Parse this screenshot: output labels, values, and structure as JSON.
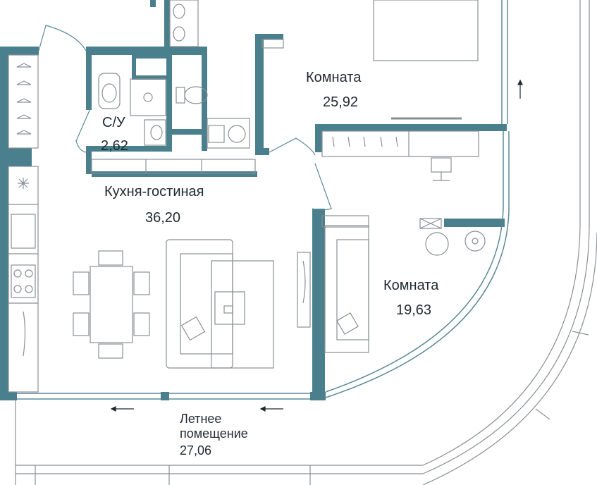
{
  "colors": {
    "wall": "#4a7f8d",
    "furniture_stroke": "#8a8f93",
    "label": "#1f2a30",
    "background": "#ffffff"
  },
  "rooms": {
    "room_top": {
      "name": "Комната",
      "area": "25,92"
    },
    "bathroom": {
      "name": "С/У",
      "area": "2,62"
    },
    "kitchen_living": {
      "name": "Кухня-гостиная",
      "area": "36,20"
    },
    "room_right": {
      "name": "Комната",
      "area": "19,63"
    },
    "summer_room": {
      "name_line1": "Летнее",
      "name_line2": "помещение",
      "area": "27,06"
    }
  }
}
